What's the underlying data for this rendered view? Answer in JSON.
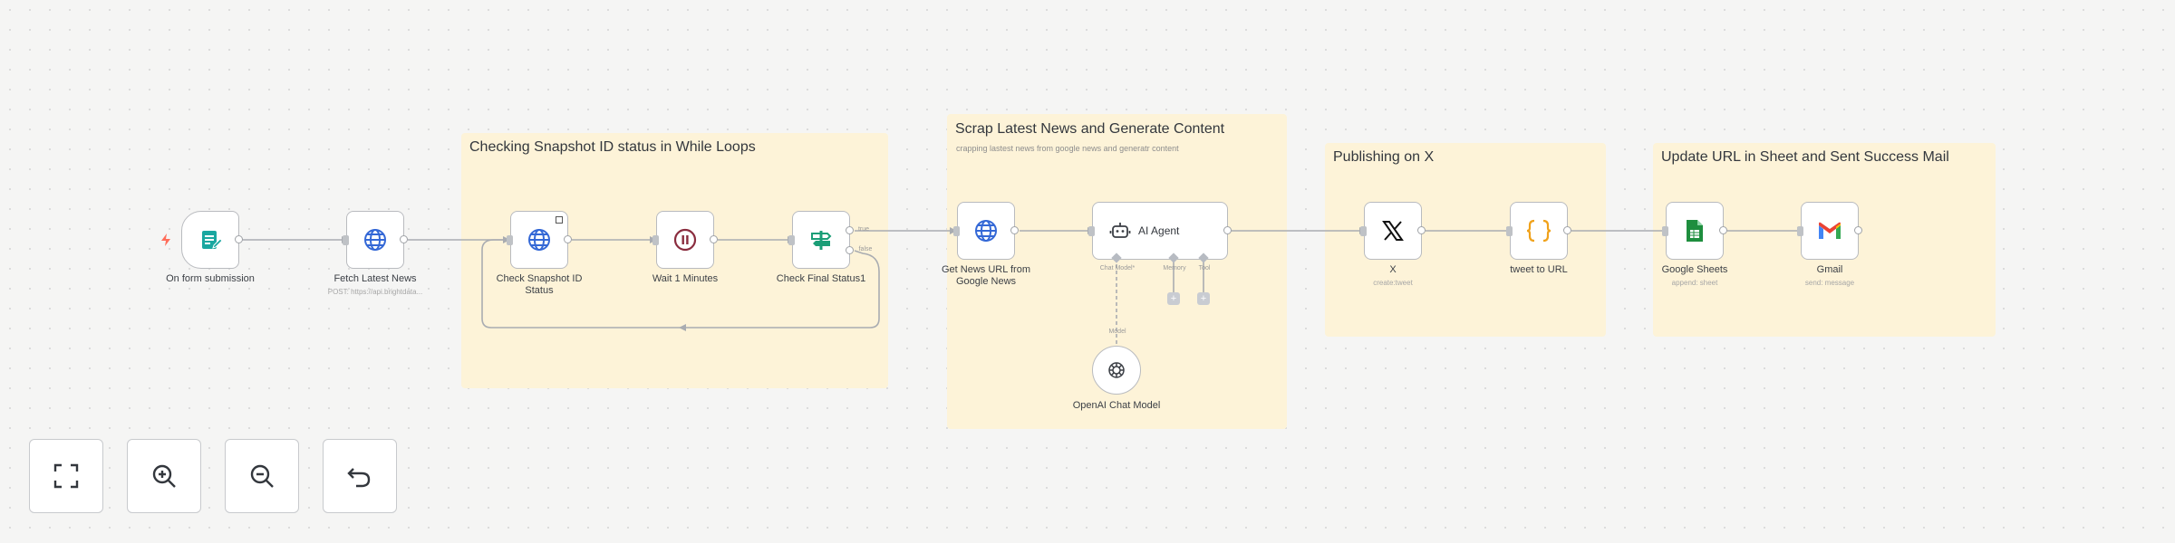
{
  "stickies": {
    "snapshot": {
      "title": "Checking Snapshot ID status in While Loops"
    },
    "scrap": {
      "title": "Scrap Latest News and Generate Content",
      "subtitle": "crapping lastest news from google news and generatr content"
    },
    "publish": {
      "title": "Publishing on X"
    },
    "update": {
      "title": "Update URL in Sheet and Sent Success Mail"
    }
  },
  "nodes": {
    "form": {
      "label": "On form submission",
      "icon": "form-icon",
      "color": "#1aa7a0"
    },
    "fetch": {
      "label": "Fetch Latest News",
      "sublabel": "POST: https://api.brightdata...",
      "icon": "globe-icon",
      "color": "#3468d6"
    },
    "check_snapshot": {
      "label_line1": "Check Snapshot ID",
      "label_line2": "Status",
      "icon": "globe-icon"
    },
    "wait": {
      "label": "Wait 1 Minutes",
      "icon": "pause-icon",
      "color": "#8a2c3e"
    },
    "check_final": {
      "label": "Check Final Status1",
      "icon": "signpost-icon",
      "color": "#1b9e77",
      "out_true": "true",
      "out_false": "false"
    },
    "get_news": {
      "label_line1": "Get News URL from",
      "label_line2": "Google News",
      "icon": "globe-icon"
    },
    "ai_agent": {
      "label": "AI Agent",
      "icon": "robot-icon",
      "port_chat": "Chat Model*",
      "port_memory": "Memory",
      "port_tool": "Tool"
    },
    "openai": {
      "label": "OpenAI Chat Model",
      "port_label": "Model",
      "icon": "openai-icon"
    },
    "x": {
      "label": "X",
      "sublabel": "create:tweet",
      "icon": "x-logo-icon"
    },
    "tweet_url": {
      "label": "tweet to URL",
      "icon": "braces-icon",
      "color": "#f0a21b"
    },
    "sheets": {
      "label": "Google Sheets",
      "sublabel": "append: sheet",
      "icon": "google-sheets-icon",
      "color": "#1e8e3e"
    },
    "gmail": {
      "label": "Gmail",
      "sublabel": "send: message",
      "icon": "gmail-icon"
    }
  },
  "controls": {
    "fit": {
      "icon": "fit-view-icon"
    },
    "zoom_in": {
      "icon": "zoom-in-icon"
    },
    "zoom_out": {
      "icon": "zoom-out-icon"
    },
    "reset": {
      "icon": "undo-icon"
    }
  },
  "colors": {
    "sticky": "#fdf3d8",
    "border": "#b9bbbf",
    "edge": "#a9acb1",
    "trigger_mark": "#ff6d5a"
  }
}
